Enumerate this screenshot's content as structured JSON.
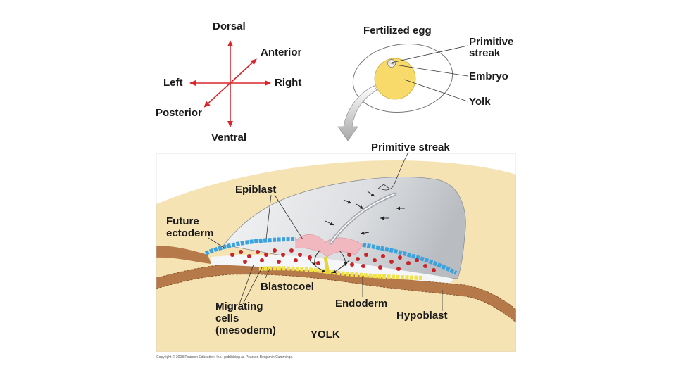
{
  "axes": {
    "dorsal": "Dorsal",
    "ventral": "Ventral",
    "anterior": "Anterior",
    "posterior": "Posterior",
    "left": "Left",
    "right": "Right"
  },
  "egg": {
    "title": "Fertilized egg",
    "primitive_streak_line1": "Primitive",
    "primitive_streak_line2": "streak",
    "embryo": "Embryo",
    "yolk": "Yolk"
  },
  "section": {
    "primitive_streak": "Primitive streak",
    "epiblast": "Epiblast",
    "future_ecto_line1": "Future",
    "future_ecto_line2": "ectoderm",
    "blastocoel": "Blastocoel",
    "migrating_line1": "Migrating",
    "migrating_line2": "cells",
    "migrating_line3": "(mesoderm)",
    "endoderm": "Endoderm",
    "hypoblast": "Hypoblast",
    "yolk": "YOLK"
  },
  "copyright": "Copyright © 2008 Pearson Education, Inc., publishing as Pearson Benjamin Cummings.",
  "colors": {
    "arrow_red": "#d9262b",
    "yolk_beige": "#f5e3b3",
    "yolk_disc": "#f7da6a",
    "epiblast_blue": "#3aa3df",
    "mesoderm_red": "#c9242a",
    "endoderm_yellow": "#f1e24a",
    "hypoblast_brown": "#b5794a",
    "embryo_gray": "#e2e4e6",
    "streak_pink": "#f2b8c0"
  }
}
